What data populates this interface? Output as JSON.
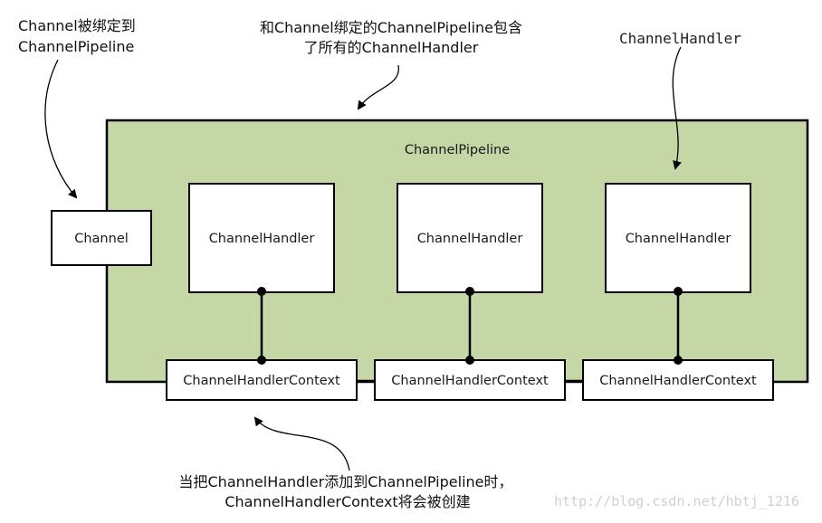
{
  "colors": {
    "pipeline_fill": "#c5d7a5",
    "box_fill": "#ffffff",
    "stroke": "#000000"
  },
  "notes": {
    "channel_bound": [
      "Channel被绑定到",
      "ChannelPipeline"
    ],
    "pipeline_contains": [
      "和Channel绑定的ChannelPipeline包含",
      "了所有的ChannelHandler"
    ],
    "handler": "ChannelHandler",
    "context_created": [
      "当把ChannelHandler添加到ChannelPipeline时，",
      "ChannelHandlerContext将会被创建"
    ]
  },
  "pipeline": {
    "label": "ChannelPipeline"
  },
  "channel": {
    "label": "Channel"
  },
  "handlers": [
    {
      "label": "ChannelHandler"
    },
    {
      "label": "ChannelHandler"
    },
    {
      "label": "ChannelHandler"
    }
  ],
  "contexts": [
    {
      "label": "ChannelHandlerContext"
    },
    {
      "label": "ChannelHandlerContext"
    },
    {
      "label": "ChannelHandlerContext"
    }
  ],
  "watermark": "http://blog.csdn.net/hbtj_1216"
}
